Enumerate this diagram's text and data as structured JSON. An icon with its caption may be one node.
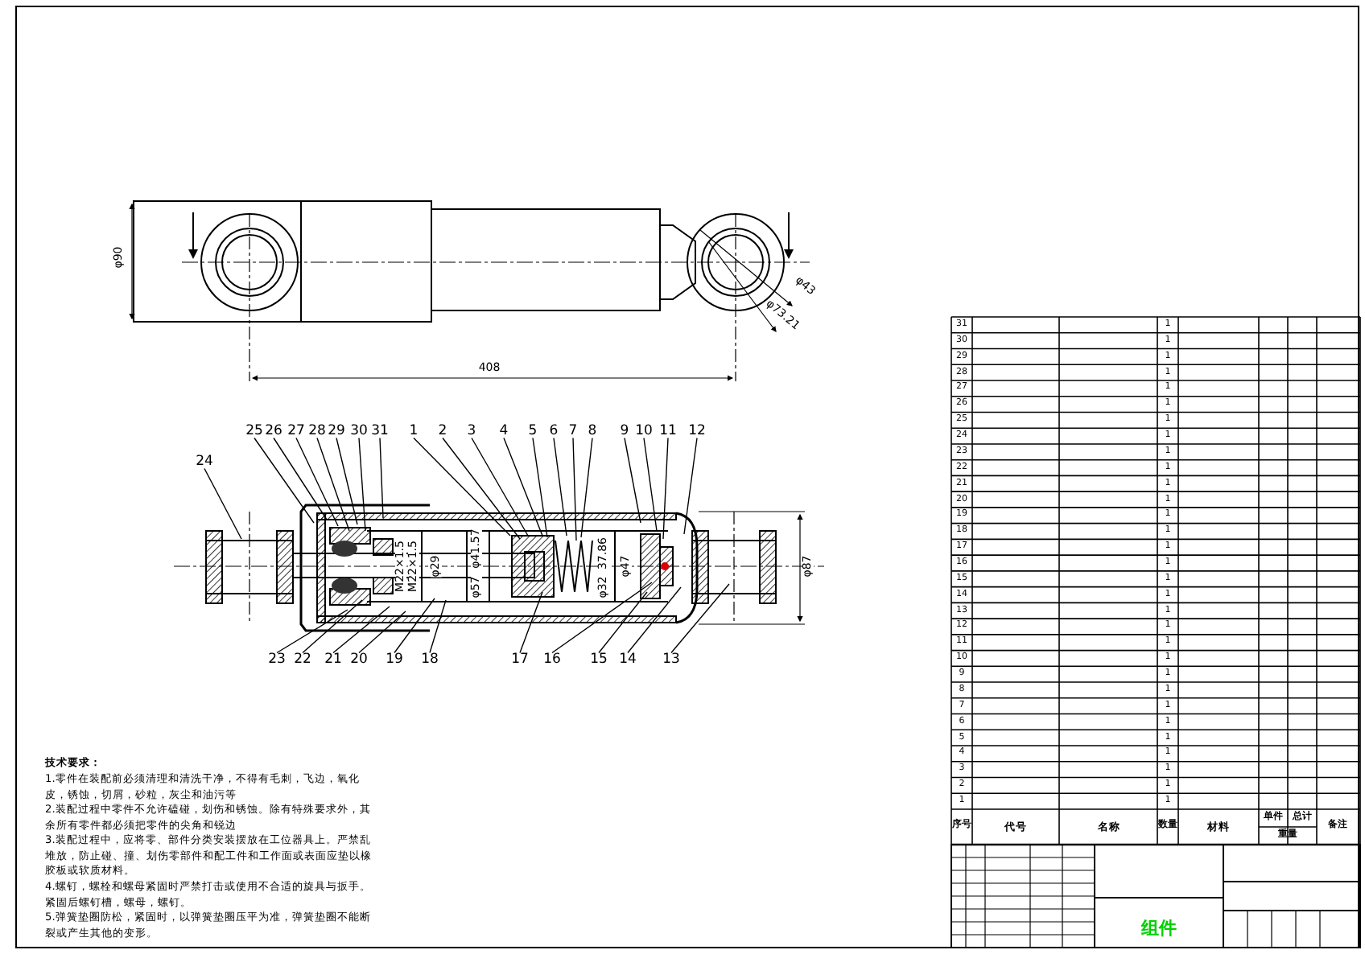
{
  "diagram": {
    "nodes": [
      {
        "text": [
          "24"
        ]
      },
      {
        "text": [
          "25"
        ]
      },
      {
        "text": [
          "26"
        ]
      },
      {
        "text": [
          "27"
        ]
      },
      {
        "text": [
          "28"
        ]
      },
      {
        "text": [
          "29"
        ]
      },
      {
        "text": [
          "30"
        ]
      },
      {
        "text": [
          "31"
        ]
      },
      {
        "text": [
          "1"
        ]
      },
      {
        "text": [
          "2"
        ]
      },
      {
        "text": [
          "3"
        ]
      },
      {
        "text": [
          "4"
        ]
      },
      {
        "text": [
          "5"
        ]
      },
      {
        "text": [
          "6"
        ]
      },
      {
        "text": [
          "7"
        ]
      },
      {
        "text": [
          "8"
        ]
      },
      {
        "text": [
          "9"
        ]
      },
      {
        "text": [
          "10"
        ]
      },
      {
        "text": [
          "11"
        ]
      },
      {
        "text": [
          "12"
        ]
      },
      {
        "text": [
          "23"
        ]
      },
      {
        "text": [
          "22"
        ]
      },
      {
        "text": [
          "21"
        ]
      },
      {
        "text": [
          "20"
        ]
      },
      {
        "text": [
          "19"
        ]
      },
      {
        "text": [
          "18"
        ]
      },
      {
        "text": [
          "17"
        ]
      },
      {
        "text": [
          "16"
        ]
      },
      {
        "text": [
          "15"
        ]
      },
      {
        "text": [
          "14"
        ]
      },
      {
        "text": [
          "13"
        ]
      }
    ],
    "edges": [
      {
        "from": 0,
        "to": null,
        "arrow": "none"
      },
      {
        "from": 1,
        "to": null,
        "arrow": "none"
      },
      {
        "from": 2,
        "to": null,
        "arrow": "none"
      },
      {
        "from": 3,
        "to": null,
        "arrow": "none"
      },
      {
        "from": 4,
        "to": null,
        "arrow": "none"
      },
      {
        "from": 5,
        "to": null,
        "arrow": "none"
      },
      {
        "from": 6,
        "to": null,
        "arrow": "none"
      },
      {
        "from": 7,
        "to": null,
        "arrow": "none"
      },
      {
        "from": 8,
        "to": null,
        "arrow": "none"
      },
      {
        "from": 9,
        "to": null,
        "arrow": "none"
      },
      {
        "from": 10,
        "to": null,
        "arrow": "none"
      },
      {
        "from": 11,
        "to": null,
        "arrow": "none"
      },
      {
        "from": 12,
        "to": null,
        "arrow": "none"
      },
      {
        "from": 13,
        "to": null,
        "arrow": "none"
      },
      {
        "from": 14,
        "to": null,
        "arrow": "none"
      },
      {
        "from": 15,
        "to": null,
        "arrow": "none"
      },
      {
        "from": 16,
        "to": null,
        "arrow": "none"
      },
      {
        "from": 17,
        "to": null,
        "arrow": "none"
      },
      {
        "from": 18,
        "to": null,
        "arrow": "none"
      },
      {
        "from": 19,
        "to": null,
        "arrow": "none"
      },
      {
        "from": 20,
        "to": null,
        "arrow": "none"
      },
      {
        "from": 21,
        "to": null,
        "arrow": "none"
      },
      {
        "from": 22,
        "to": null,
        "arrow": "none"
      },
      {
        "from": 23,
        "to": null,
        "arrow": "none"
      },
      {
        "from": 24,
        "to": null,
        "arrow": "none"
      },
      {
        "from": 25,
        "to": null,
        "arrow": "none"
      },
      {
        "from": 26,
        "to": null,
        "arrow": "none"
      },
      {
        "from": 27,
        "to": null,
        "arrow": "none"
      },
      {
        "from": 28,
        "to": null,
        "arrow": "none"
      },
      {
        "from": 29,
        "to": null,
        "arrow": "none"
      },
      {
        "from": 30,
        "to": null,
        "arrow": "none"
      }
    ],
    "labels": [
      "φ90",
      "φ43",
      "φ73.21",
      "408",
      "M22×1.5",
      "M22×1.5",
      "φ29",
      "φ41.57",
      "φ57",
      "37.86",
      "φ32",
      "φ47",
      "φ87",
      "技术要求：",
      "1.零件在装配前必须清理和清洗干净，不得有毛刺，飞边，氧化皮，锈蚀，切屑，砂粒，灰尘和油污等",
      "2.装配过程中零件不允许磕碰，划伤和锈蚀。除有特殊要求外，其余所有零件都必须把零件的尖角和锐边",
      "3.装配过程中，应将零、部件分类安装摆放在工位器具上。严禁乱堆放，防止碰、撞、划伤零部件和配工件和工作面或表面应垫以橡胶板或软质材料。",
      "4.螺钉，螺栓和螺母紧固时严禁打击或使用不合适的旋具与扳手。紧固后螺钉槽，螺母，螺钉。",
      "5.弹簧垫圈防松，紧固时，以弹簧垫圈压平为准，弹簧垫圈不能断裂或产生其他的变形。",
      "31",
      "1",
      "30",
      "1",
      "29",
      "1",
      "28",
      "1",
      "27",
      "1",
      "26",
      "1",
      "25",
      "1",
      "24",
      "1",
      "23",
      "1",
      "22",
      "1",
      "21",
      "1",
      "20",
      "1",
      "19",
      "1",
      "18",
      "1",
      "17",
      "1",
      "16",
      "1",
      "15",
      "1",
      "14",
      "1",
      "13",
      "1",
      "12",
      "1",
      "11",
      "1",
      "10",
      "1",
      "9",
      "1",
      "8",
      "1",
      "7",
      "1",
      "6",
      "1",
      "5",
      "1",
      "4",
      "1",
      "3",
      "1",
      "2",
      "1",
      "1",
      "1",
      "序号",
      "代号",
      "名称",
      "数量",
      "材料",
      "单件",
      "总计",
      "重量",
      "备注",
      "组件"
    ]
  }
}
